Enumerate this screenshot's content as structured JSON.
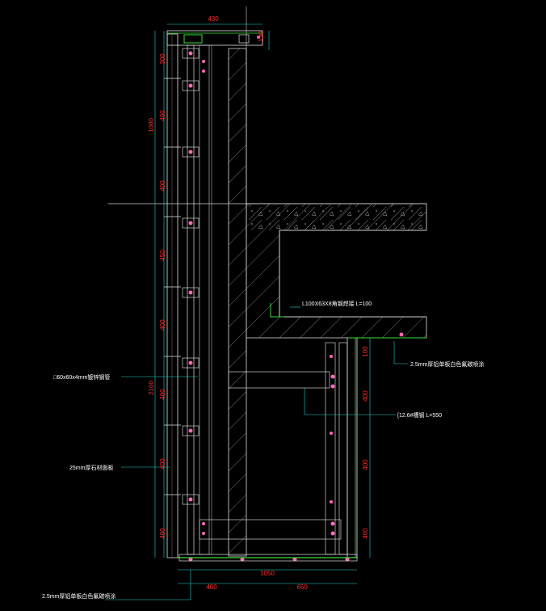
{
  "drawing": {
    "dimensions": {
      "top_width": "430",
      "top_right": "130",
      "left_outer_1000": "1000",
      "left_outer_2100": "2100",
      "left_inner": [
        "300",
        "400",
        "400",
        "450",
        "400",
        "400",
        "400",
        "400"
      ],
      "right_inner": [
        "100",
        "400",
        "400",
        "400"
      ],
      "bottom_total": "1050",
      "bottom_left": "400",
      "bottom_right": "650"
    },
    "annotations": {
      "angle_steel": "L100X63X8角钢焊接 L=100",
      "aluminum_top": "2.5mm厚铝单板白色氟碳喷涂",
      "steel_tube": "□60x60x4mm镀锌钢管",
      "channel_steel": "[12.6#槽钢 L=550",
      "stone_panel": "25mm厚石材面板",
      "aluminum_bottom": "2.5mm厚铝单板白色氟碳喷涂"
    }
  }
}
